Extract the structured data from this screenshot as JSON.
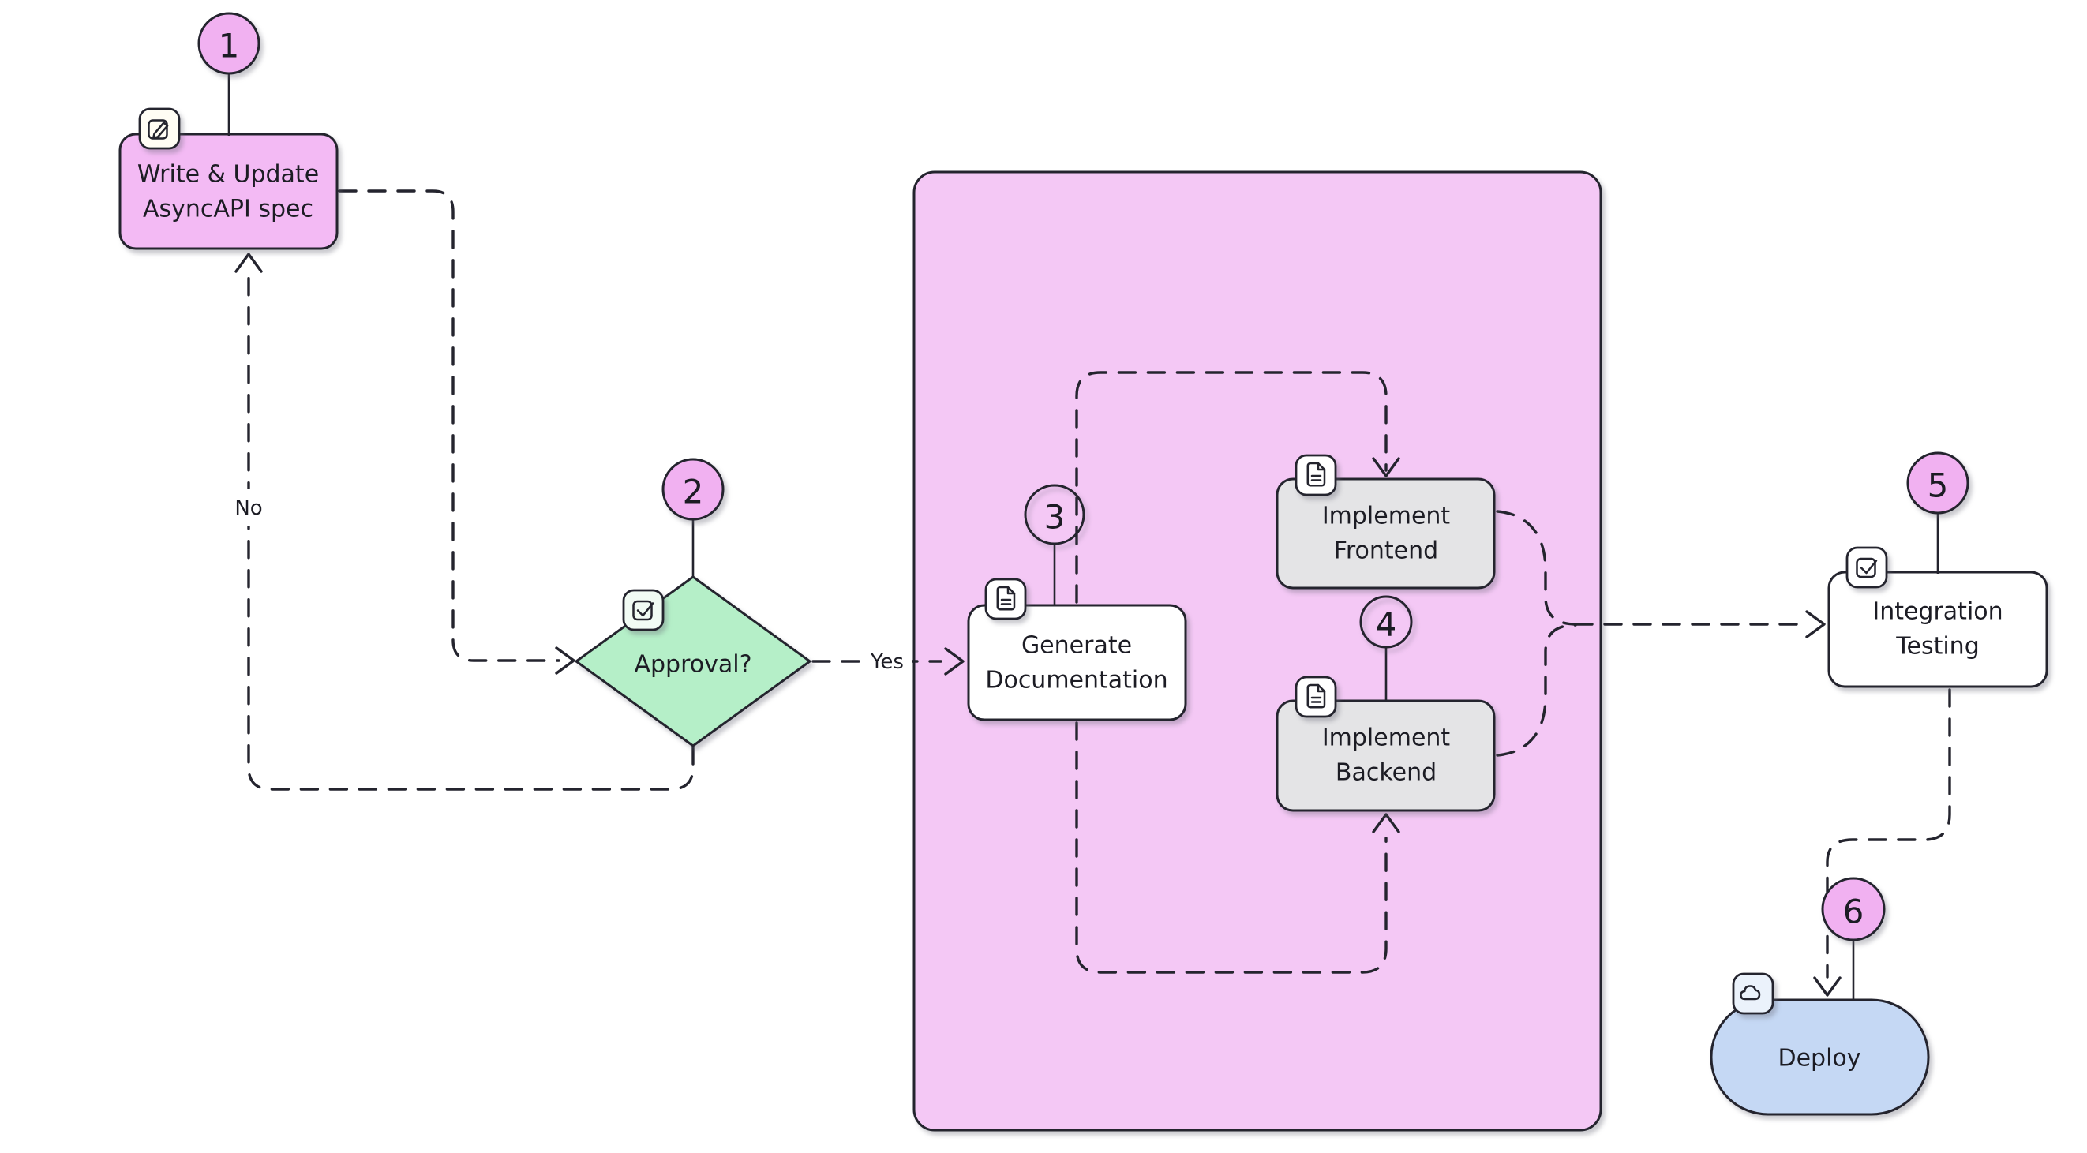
{
  "diagram": {
    "type": "flowchart",
    "background": "#ffffff",
    "nodes": {
      "write_update": {
        "number": "1",
        "line1": "Write & Update",
        "line2": "AsyncAPI spec",
        "shape": "rounded-rect",
        "icon": "pencil-square"
      },
      "approval": {
        "number": "2",
        "label": "Approval?",
        "shape": "diamond",
        "icon": "check-square"
      },
      "generate_docs": {
        "number": "3",
        "line1": "Generate",
        "line2": "Documentation",
        "shape": "rounded-rect",
        "icon": "document"
      },
      "implement_frontend": {
        "line1": "Implement",
        "line2": "Frontend",
        "shape": "rounded-rect",
        "icon": "document"
      },
      "implement_backend": {
        "number": "4",
        "line1": "Implement",
        "line2": "Backend",
        "shape": "rounded-rect",
        "icon": "document"
      },
      "integration_testing": {
        "number": "5",
        "line1": "Integration",
        "line2": "Testing",
        "shape": "rounded-rect",
        "icon": "check-square"
      },
      "deploy": {
        "number": "6",
        "label": "Deploy",
        "shape": "stadium",
        "icon": "cloud"
      }
    },
    "container": {
      "kind": "subgraph",
      "label": ""
    },
    "edges": [
      {
        "from_node": "write_update",
        "to_node": "approval",
        "style": "dashed",
        "label": ""
      },
      {
        "from_node": "approval",
        "to_node": "write_update",
        "style": "dashed",
        "label": "No"
      },
      {
        "from_node": "approval",
        "to_node": "generate_docs",
        "style": "dashed",
        "label": "Yes"
      },
      {
        "from_node": "generate_docs",
        "to_node": "implement_frontend",
        "style": "dashed",
        "label": ""
      },
      {
        "from_node": "generate_docs",
        "to_node": "implement_backend",
        "style": "dashed",
        "label": ""
      },
      {
        "from_node": "implement_frontend",
        "to_node": "integration_testing",
        "style": "dashed",
        "label": ""
      },
      {
        "from_node": "implement_backend",
        "to_node": "integration_testing",
        "style": "dashed",
        "label": ""
      },
      {
        "from_node": "integration_testing",
        "to_node": "deploy",
        "style": "dashed",
        "label": ""
      }
    ],
    "colors": {
      "ink": "#24242e",
      "text": "#1c1c24",
      "node_pink": "#f3baf4",
      "container_pink": "#f4c8f5",
      "circle_pink": "#f1b1f1",
      "green": "#b5efc8",
      "gray": "#e4e4e6",
      "blue": "#c5d8f4",
      "white": "#ffffff",
      "badge_cream": "#fffdf4",
      "badge_mint": "#f1fbf4",
      "badge_white": "#ffffff",
      "badge_blue": "#ebf2fb"
    }
  }
}
